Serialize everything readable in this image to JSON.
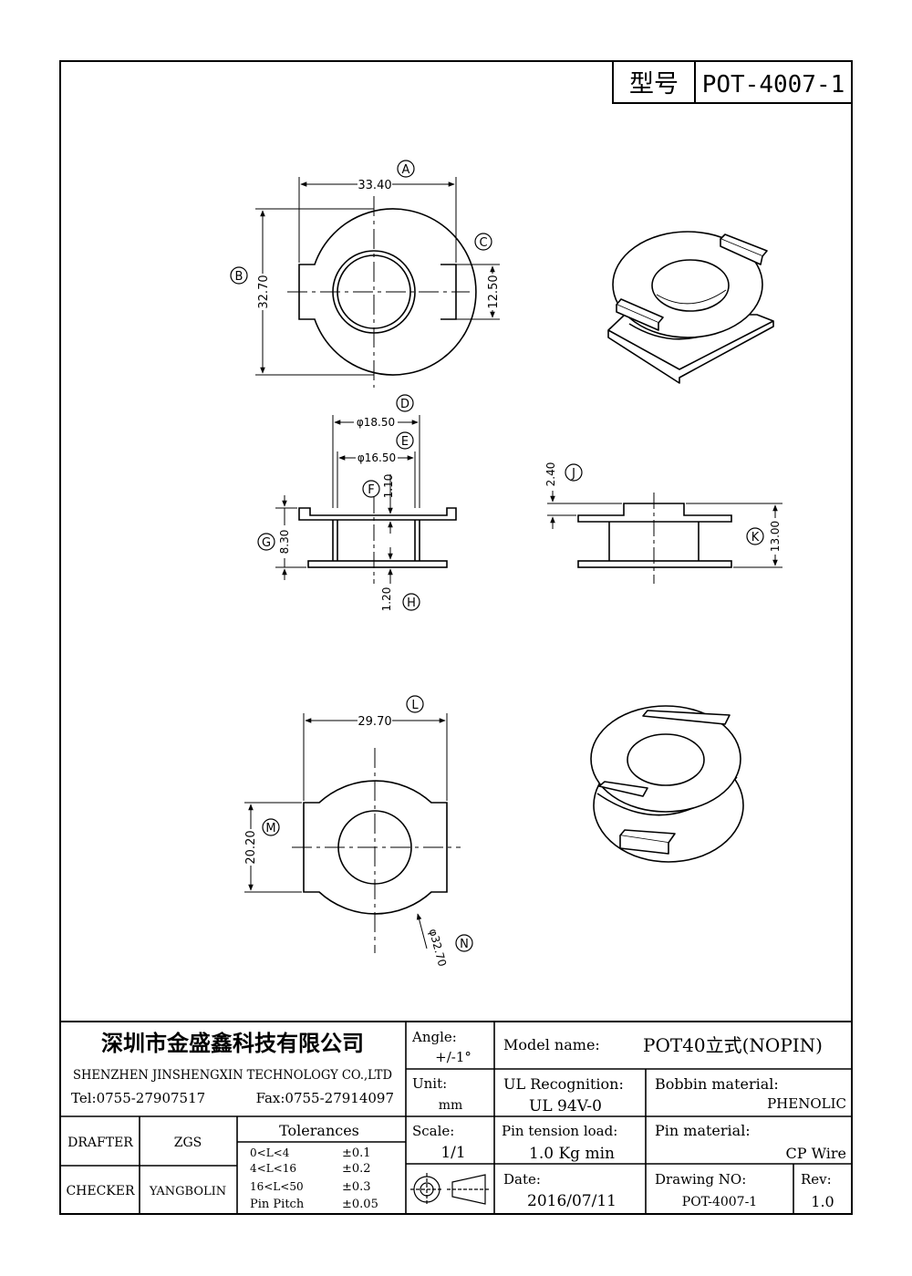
{
  "header": {
    "model_label": "型号",
    "model_value": "POT-4007-1"
  },
  "dims": {
    "A": {
      "letter": "A",
      "value": "33.40"
    },
    "B": {
      "letter": "B",
      "value": "32.70"
    },
    "C": {
      "letter": "C",
      "value": "12.50"
    },
    "D": {
      "letter": "D",
      "value": "φ18.50"
    },
    "E": {
      "letter": "E",
      "value": "φ16.50"
    },
    "F": {
      "letter": "F",
      "value": "1.10"
    },
    "G": {
      "letter": "G",
      "value": "8.30"
    },
    "H": {
      "letter": "H",
      "value": "1.20"
    },
    "J": {
      "letter": "J",
      "value": "2.40"
    },
    "K": {
      "letter": "K",
      "value": "13.00"
    },
    "L": {
      "letter": "L",
      "value": "29.70"
    },
    "M": {
      "letter": "M",
      "value": "20.20"
    },
    "N": {
      "letter": "N",
      "value": "φ32.70"
    }
  },
  "titleblock": {
    "company_cn": "深圳市金盛鑫科技有限公司",
    "company_en": "SHENZHEN JINSHENGXIN TECHNOLOGY CO.,LTD",
    "tel": "Tel:0755-27907517",
    "fax": "Fax:0755-27914097",
    "drafter_label": "DRAFTER",
    "drafter_value": "ZGS",
    "checker_label": "CHECKER",
    "checker_value": "YANGBOLIN",
    "tolerances_title": "Tolerances",
    "tolerances": [
      {
        "range": "0<L<4",
        "value": "±0.1"
      },
      {
        "range": "4<L<16",
        "value": "±0.2"
      },
      {
        "range": "16<L<50",
        "value": "±0.3"
      },
      {
        "range": "Pin Pitch",
        "value": "±0.05"
      }
    ],
    "angle_label": "Angle:",
    "angle_value": "+/-1°",
    "unit_label": "Unit:",
    "unit_value": "mm",
    "scale_label": "Scale:",
    "scale_value": "1/1",
    "model_name_label": "Model name:",
    "model_name_value": "POT40立式(NOPIN)",
    "ul_label": "UL Recognition:",
    "ul_value": "UL 94V-0",
    "bobbin_label": "Bobbin material:",
    "bobbin_value": "PHENOLIC",
    "pin_tension_label": "Pin tension load:",
    "pin_tension_value": "1.0 Kg min",
    "pin_material_label": "Pin material:",
    "pin_material_value": "CP Wire",
    "date_label": "Date:",
    "date_value": "2016/07/11",
    "drawing_no_label": "Drawing NO:",
    "drawing_no_value": "POT-4007-1",
    "rev_label": "Rev:",
    "rev_value": "1.0"
  }
}
